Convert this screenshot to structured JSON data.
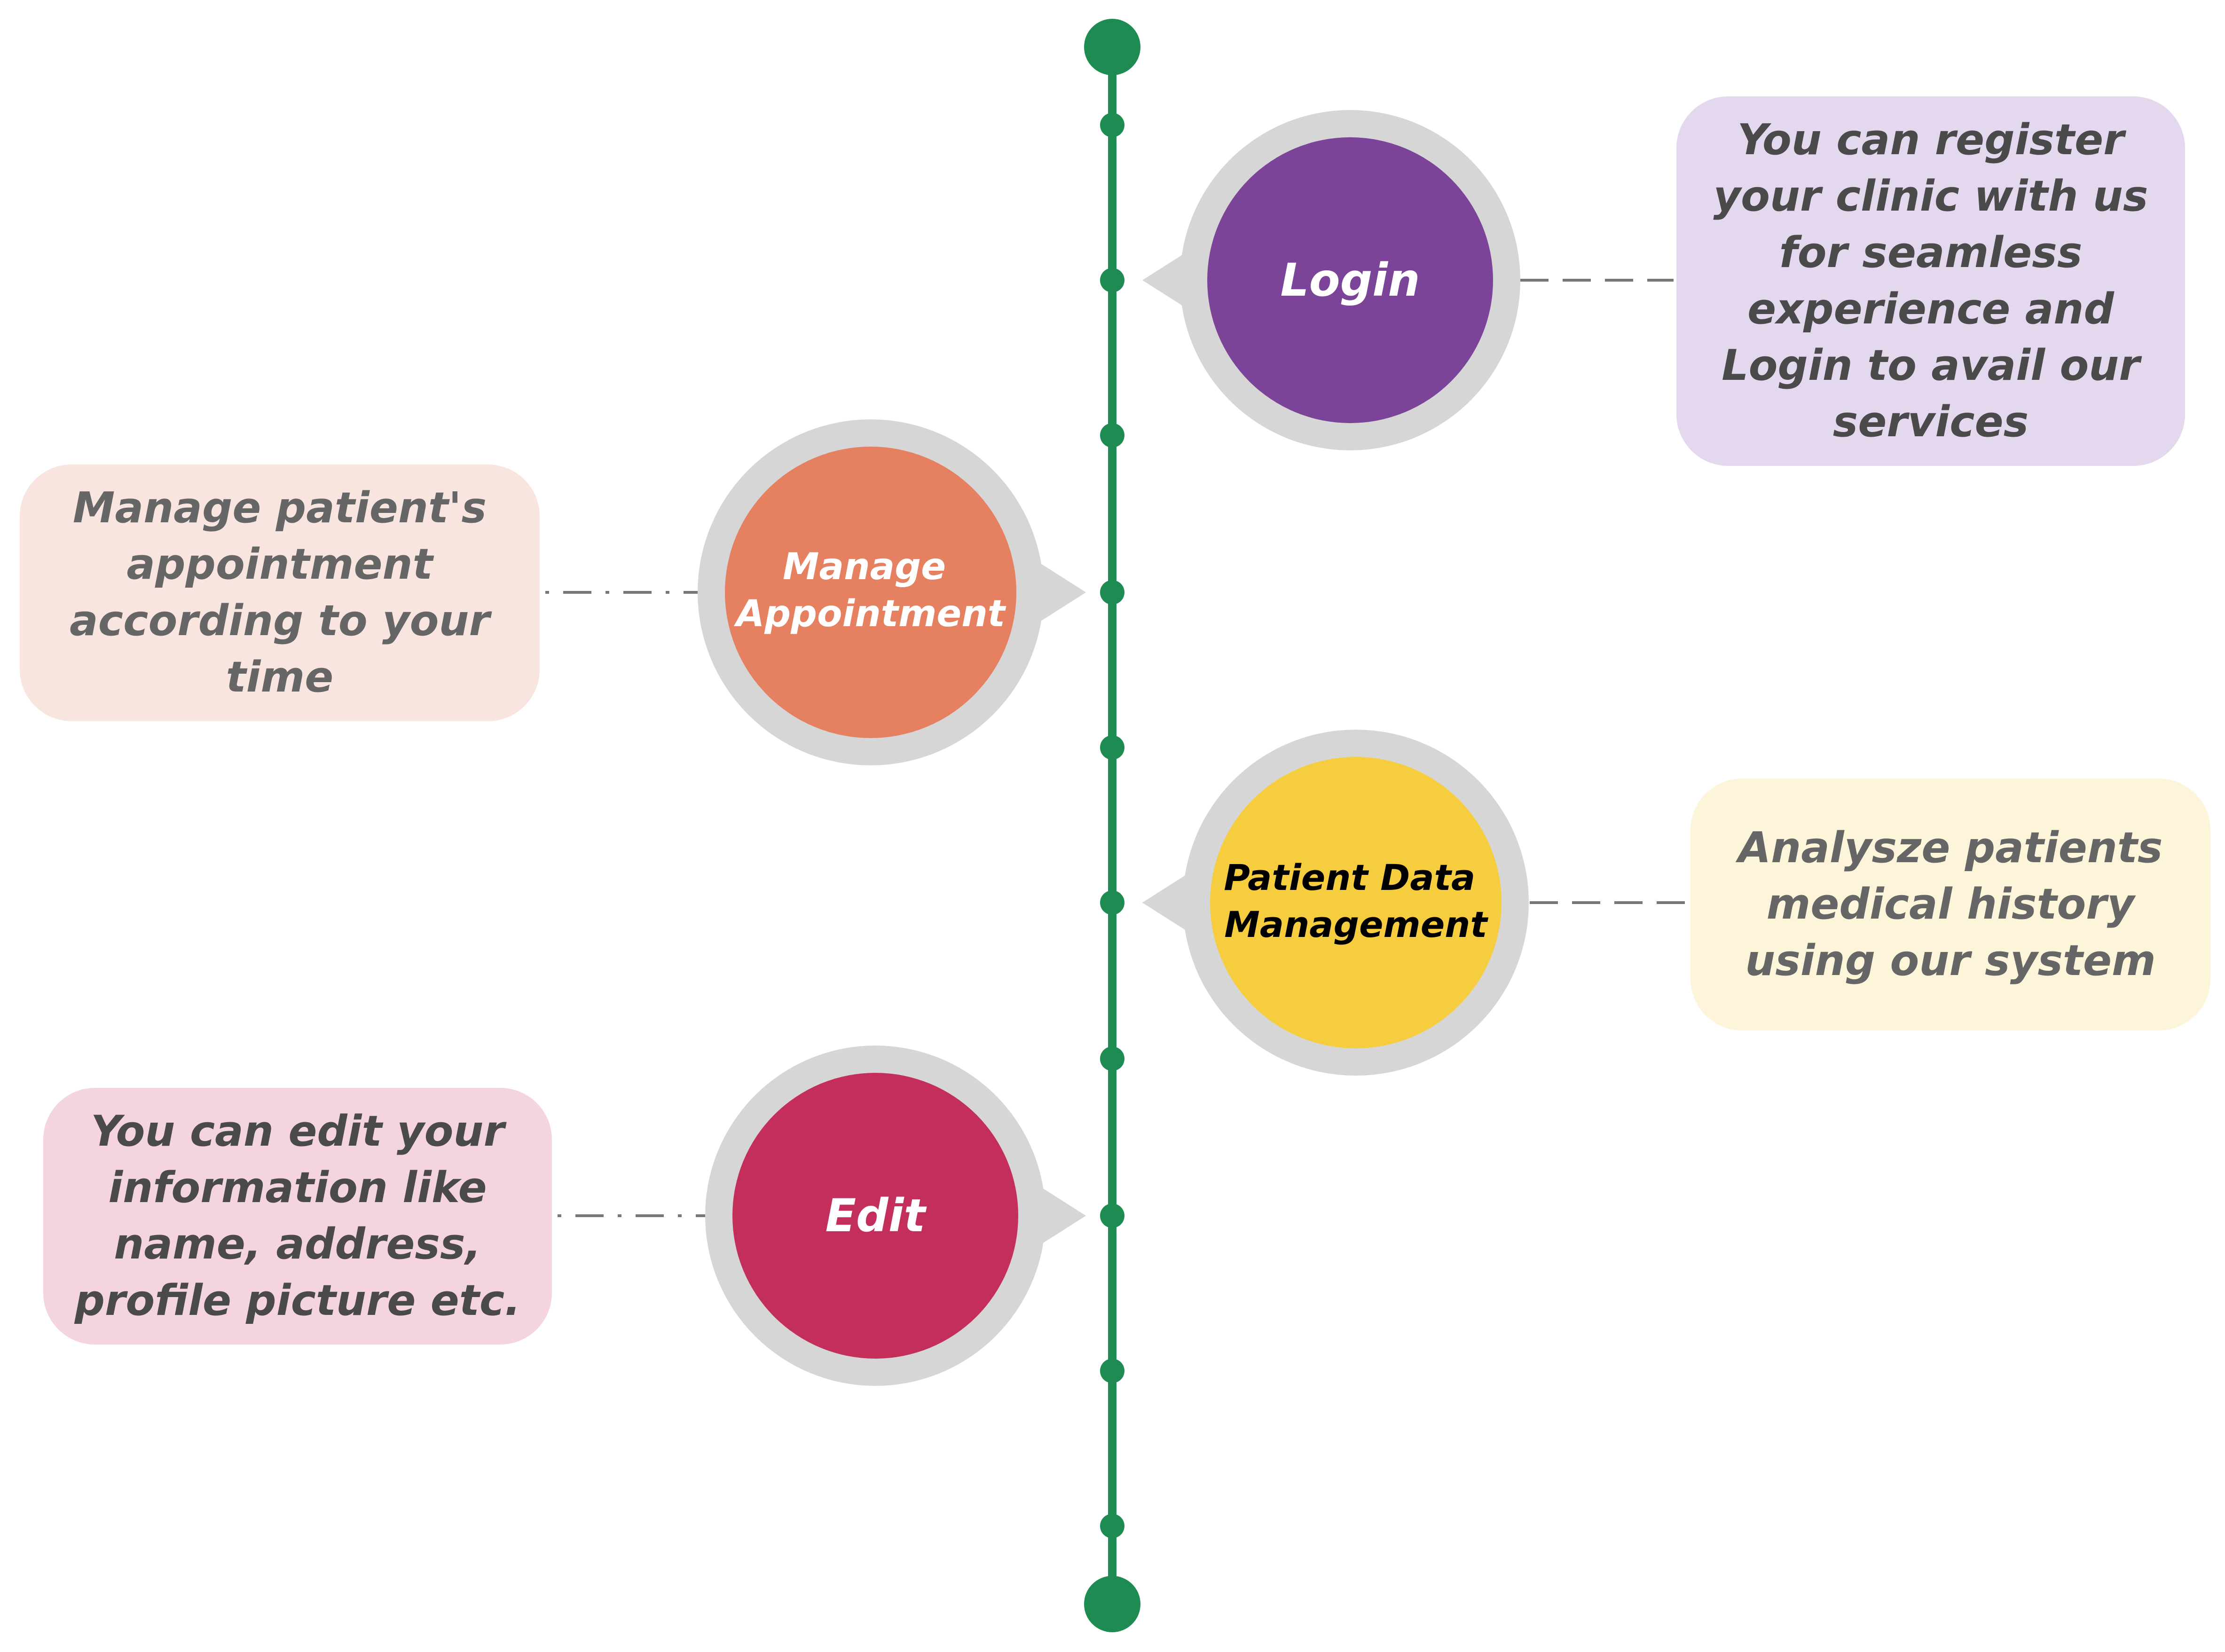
{
  "colors": {
    "timeline": "#1e8c52",
    "ring": "#d6d6d6",
    "connector": "#777777"
  },
  "steps": [
    {
      "id": "login",
      "title": "Login",
      "description": "You can register your clinic with us for seamless experience and Login to avail our services",
      "circle_color": "#7b4498",
      "title_color": "#ffffff",
      "box_color": "#e4d8ee"
    },
    {
      "id": "manage-appointment",
      "title": "Manage Appointment",
      "description": "Manage patient's appointment according to your time",
      "circle_color": "#e58061",
      "title_color": "#ffffff",
      "box_color": "#f9e5df"
    },
    {
      "id": "patient-data-management",
      "title": "Patient Data Management",
      "description": "Analysze patients medical history using our system",
      "circle_color": "#f5cd3e",
      "title_color": "#000000",
      "box_color": "#fcf5da"
    },
    {
      "id": "edit",
      "title": "Edit",
      "description": "You can edit your information like name, address, profile picture etc.",
      "circle_color": "#c42e5a",
      "title_color": "#ffffff",
      "box_color": "#f4d4dd"
    }
  ],
  "box_lines": {
    "login": "You can register\nyour clinic with us\nfor seamless\nexperience and\nLogin to avail our\nservices",
    "manage": "Manage patient's\nappointment\naccording to your\ntime",
    "patient": "Analysze patients\nmedical history\nusing our system",
    "edit": "You can edit your\ninformation like\nname, address,\nprofile picture etc."
  }
}
